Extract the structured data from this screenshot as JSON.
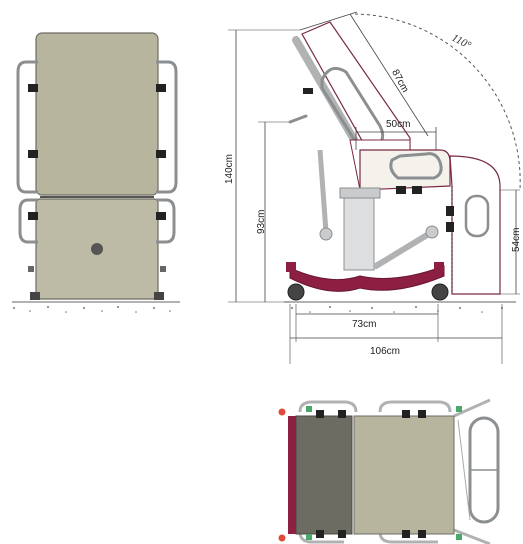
{
  "dimensions": {
    "angle": "110°",
    "backrest_length": "87cm",
    "seat_depth": "50cm",
    "total_height": "140cm",
    "seat_height": "93cm",
    "leg_height": "54cm",
    "base_length": "73cm",
    "overall_length": "106cm"
  },
  "colors": {
    "upholstery": "#b8b59f",
    "upholstery_dark": "#6d6c62",
    "rail": "#c9cbcc",
    "rail_dark": "#8c8f91",
    "accent": "#8c1f42",
    "accent_dark": "#6a1632",
    "outline": "#7a2a45",
    "green": "#49a86a",
    "red": "#e04a3a"
  }
}
